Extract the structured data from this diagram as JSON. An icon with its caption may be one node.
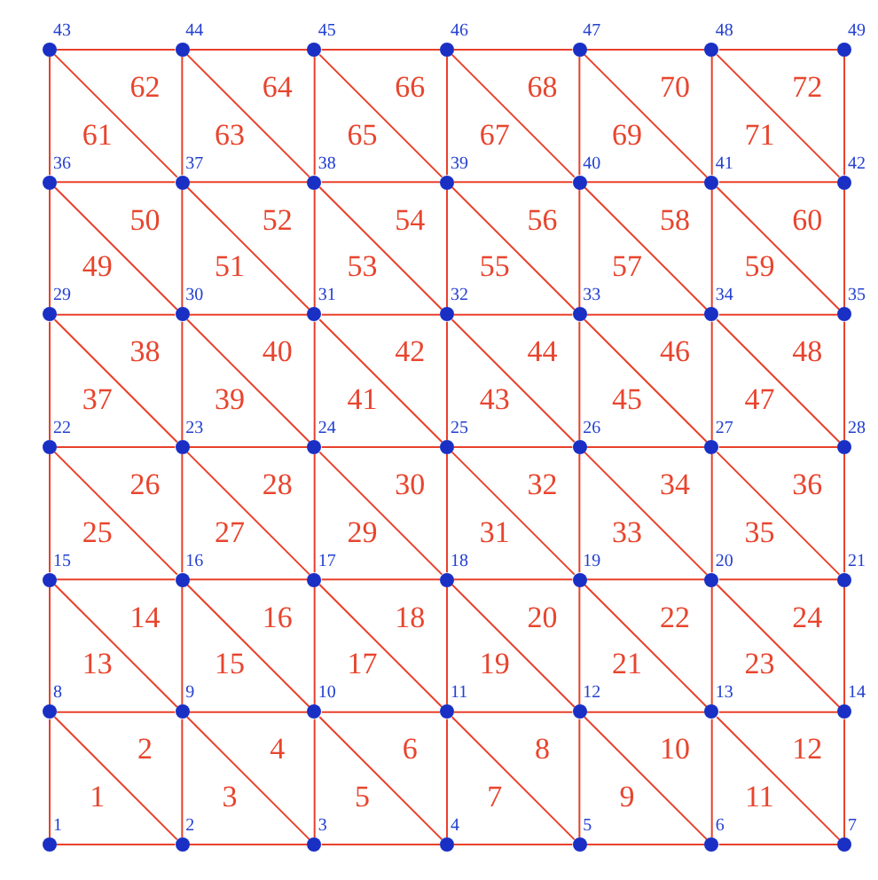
{
  "diagram": {
    "nodes": [
      {
        "text": [],
        "shape": "circle",
        "beside": [
          "1"
        ]
      },
      {
        "text": [],
        "shape": "circle",
        "beside": [
          "2"
        ]
      },
      {
        "text": [],
        "shape": "circle",
        "beside": [
          "3"
        ]
      },
      {
        "text": [],
        "shape": "circle",
        "beside": [
          "4"
        ]
      },
      {
        "text": [],
        "shape": "circle",
        "beside": [
          "5"
        ]
      },
      {
        "text": [],
        "shape": "circle",
        "beside": [
          "6"
        ]
      },
      {
        "text": [],
        "shape": "circle",
        "beside": [
          "7"
        ]
      },
      {
        "text": [],
        "shape": "circle",
        "beside": [
          "8"
        ]
      },
      {
        "text": [],
        "shape": "circle",
        "beside": [
          "9"
        ]
      },
      {
        "text": [],
        "shape": "circle",
        "beside": [
          "10"
        ]
      },
      {
        "text": [],
        "shape": "circle",
        "beside": [
          "11"
        ]
      },
      {
        "text": [],
        "shape": "circle",
        "beside": [
          "12"
        ]
      },
      {
        "text": [],
        "shape": "circle",
        "beside": [
          "13"
        ]
      },
      {
        "text": [],
        "shape": "circle",
        "beside": [
          "14"
        ]
      },
      {
        "text": [],
        "shape": "circle",
        "beside": [
          "15"
        ]
      },
      {
        "text": [],
        "shape": "circle",
        "beside": [
          "16"
        ]
      },
      {
        "text": [],
        "shape": "circle",
        "beside": [
          "17"
        ]
      },
      {
        "text": [],
        "shape": "circle",
        "beside": [
          "18"
        ]
      },
      {
        "text": [],
        "shape": "circle",
        "beside": [
          "19"
        ]
      },
      {
        "text": [],
        "shape": "circle",
        "beside": [
          "20"
        ]
      },
      {
        "text": [],
        "shape": "circle",
        "beside": [
          "21"
        ]
      },
      {
        "text": [],
        "shape": "circle",
        "beside": [
          "22"
        ]
      },
      {
        "text": [],
        "shape": "circle",
        "beside": [
          "23"
        ]
      },
      {
        "text": [],
        "shape": "circle",
        "beside": [
          "24"
        ]
      },
      {
        "text": [],
        "shape": "circle",
        "beside": [
          "25"
        ]
      },
      {
        "text": [],
        "shape": "circle",
        "beside": [
          "26"
        ]
      },
      {
        "text": [],
        "shape": "circle",
        "beside": [
          "27"
        ]
      },
      {
        "text": [],
        "shape": "circle",
        "beside": [
          "28"
        ]
      },
      {
        "text": [],
        "shape": "circle",
        "beside": [
          "29"
        ]
      },
      {
        "text": [],
        "shape": "circle",
        "beside": [
          "30"
        ]
      },
      {
        "text": [],
        "shape": "circle",
        "beside": [
          "31"
        ]
      },
      {
        "text": [],
        "shape": "circle",
        "beside": [
          "32"
        ]
      },
      {
        "text": [],
        "shape": "circle",
        "beside": [
          "33"
        ]
      },
      {
        "text": [],
        "shape": "circle",
        "beside": [
          "34"
        ]
      },
      {
        "text": [],
        "shape": "circle",
        "beside": [
          "35"
        ]
      },
      {
        "text": [],
        "shape": "circle",
        "beside": [
          "36"
        ]
      },
      {
        "text": [],
        "shape": "circle",
        "beside": [
          "37"
        ]
      },
      {
        "text": [],
        "shape": "circle",
        "beside": [
          "38"
        ]
      },
      {
        "text": [],
        "shape": "circle",
        "beside": [
          "39"
        ]
      },
      {
        "text": [],
        "shape": "circle",
        "beside": [
          "40"
        ]
      },
      {
        "text": [],
        "shape": "circle",
        "beside": [
          "41"
        ]
      },
      {
        "text": [],
        "shape": "circle",
        "beside": [
          "42"
        ]
      },
      {
        "text": [],
        "shape": "circle",
        "beside": [
          "43"
        ]
      },
      {
        "text": [],
        "shape": "circle",
        "beside": [
          "44"
        ]
      },
      {
        "text": [],
        "shape": "circle",
        "beside": [
          "45"
        ]
      },
      {
        "text": [],
        "shape": "circle",
        "beside": [
          "46"
        ]
      },
      {
        "text": [],
        "shape": "circle",
        "beside": [
          "47"
        ]
      },
      {
        "text": [],
        "shape": "circle",
        "beside": [
          "48"
        ]
      },
      {
        "text": [],
        "shape": "circle",
        "beside": [
          "49"
        ]
      }
    ],
    "edges": [
      {
        "from": 0,
        "to": 1,
        "arrow": "none"
      },
      {
        "from": 1,
        "to": 2,
        "arrow": "none"
      },
      {
        "from": 2,
        "to": 3,
        "arrow": "none"
      },
      {
        "from": 3,
        "to": 4,
        "arrow": "none"
      },
      {
        "from": 4,
        "to": 5,
        "arrow": "none"
      },
      {
        "from": 5,
        "to": 6,
        "arrow": "none"
      },
      {
        "from": 7,
        "to": 8,
        "arrow": "none"
      },
      {
        "from": 8,
        "to": 9,
        "arrow": "none"
      },
      {
        "from": 9,
        "to": 10,
        "arrow": "none"
      },
      {
        "from": 10,
        "to": 11,
        "arrow": "none"
      },
      {
        "from": 11,
        "to": 12,
        "arrow": "none"
      },
      {
        "from": 12,
        "to": 13,
        "arrow": "none"
      },
      {
        "from": 14,
        "to": 15,
        "arrow": "none"
      },
      {
        "from": 15,
        "to": 16,
        "arrow": "none"
      },
      {
        "from": 16,
        "to": 17,
        "arrow": "none"
      },
      {
        "from": 17,
        "to": 18,
        "arrow": "none"
      },
      {
        "from": 18,
        "to": 19,
        "arrow": "none"
      },
      {
        "from": 19,
        "to": 20,
        "arrow": "none"
      },
      {
        "from": 21,
        "to": 22,
        "arrow": "none"
      },
      {
        "from": 22,
        "to": 23,
        "arrow": "none"
      },
      {
        "from": 23,
        "to": 24,
        "arrow": "none"
      },
      {
        "from": 24,
        "to": 25,
        "arrow": "none"
      },
      {
        "from": 25,
        "to": 26,
        "arrow": "none"
      },
      {
        "from": 26,
        "to": 27,
        "arrow": "none"
      },
      {
        "from": 28,
        "to": 29,
        "arrow": "none"
      },
      {
        "from": 29,
        "to": 30,
        "arrow": "none"
      },
      {
        "from": 30,
        "to": 31,
        "arrow": "none"
      },
      {
        "from": 31,
        "to": 32,
        "arrow": "none"
      },
      {
        "from": 32,
        "to": 33,
        "arrow": "none"
      },
      {
        "from": 33,
        "to": 34,
        "arrow": "none"
      },
      {
        "from": 35,
        "to": 36,
        "arrow": "none"
      },
      {
        "from": 36,
        "to": 37,
        "arrow": "none"
      },
      {
        "from": 37,
        "to": 38,
        "arrow": "none"
      },
      {
        "from": 38,
        "to": 39,
        "arrow": "none"
      },
      {
        "from": 39,
        "to": 40,
        "arrow": "none"
      },
      {
        "from": 40,
        "to": 41,
        "arrow": "none"
      },
      {
        "from": 42,
        "to": 43,
        "arrow": "none"
      },
      {
        "from": 43,
        "to": 44,
        "arrow": "none"
      },
      {
        "from": 44,
        "to": 45,
        "arrow": "none"
      },
      {
        "from": 45,
        "to": 46,
        "arrow": "none"
      },
      {
        "from": 46,
        "to": 47,
        "arrow": "none"
      },
      {
        "from": 47,
        "to": 48,
        "arrow": "none"
      },
      {
        "from": 0,
        "to": 7,
        "arrow": "none"
      },
      {
        "from": 1,
        "to": 8,
        "arrow": "none"
      },
      {
        "from": 2,
        "to": 9,
        "arrow": "none"
      },
      {
        "from": 3,
        "to": 10,
        "arrow": "none"
      },
      {
        "from": 4,
        "to": 11,
        "arrow": "none"
      },
      {
        "from": 5,
        "to": 12,
        "arrow": "none"
      },
      {
        "from": 6,
        "to": 13,
        "arrow": "none"
      },
      {
        "from": 7,
        "to": 14,
        "arrow": "none"
      },
      {
        "from": 8,
        "to": 15,
        "arrow": "none"
      },
      {
        "from": 9,
        "to": 16,
        "arrow": "none"
      },
      {
        "from": 10,
        "to": 17,
        "arrow": "none"
      },
      {
        "from": 11,
        "to": 18,
        "arrow": "none"
      },
      {
        "from": 12,
        "to": 19,
        "arrow": "none"
      },
      {
        "from": 13,
        "to": 20,
        "arrow": "none"
      },
      {
        "from": 14,
        "to": 21,
        "arrow": "none"
      },
      {
        "from": 15,
        "to": 22,
        "arrow": "none"
      },
      {
        "from": 16,
        "to": 23,
        "arrow": "none"
      },
      {
        "from": 17,
        "to": 24,
        "arrow": "none"
      },
      {
        "from": 18,
        "to": 25,
        "arrow": "none"
      },
      {
        "from": 19,
        "to": 26,
        "arrow": "none"
      },
      {
        "from": 20,
        "to": 27,
        "arrow": "none"
      },
      {
        "from": 21,
        "to": 28,
        "arrow": "none"
      },
      {
        "from": 22,
        "to": 29,
        "arrow": "none"
      },
      {
        "from": 23,
        "to": 30,
        "arrow": "none"
      },
      {
        "from": 24,
        "to": 31,
        "arrow": "none"
      },
      {
        "from": 25,
        "to": 32,
        "arrow": "none"
      },
      {
        "from": 26,
        "to": 33,
        "arrow": "none"
      },
      {
        "from": 27,
        "to": 34,
        "arrow": "none"
      },
      {
        "from": 28,
        "to": 35,
        "arrow": "none"
      },
      {
        "from": 29,
        "to": 36,
        "arrow": "none"
      },
      {
        "from": 30,
        "to": 37,
        "arrow": "none"
      },
      {
        "from": 31,
        "to": 38,
        "arrow": "none"
      },
      {
        "from": 32,
        "to": 39,
        "arrow": "none"
      },
      {
        "from": 33,
        "to": 40,
        "arrow": "none"
      },
      {
        "from": 34,
        "to": 41,
        "arrow": "none"
      },
      {
        "from": 35,
        "to": 42,
        "arrow": "none"
      },
      {
        "from": 36,
        "to": 43,
        "arrow": "none"
      },
      {
        "from": 37,
        "to": 44,
        "arrow": "none"
      },
      {
        "from": 38,
        "to": 45,
        "arrow": "none"
      },
      {
        "from": 39,
        "to": 46,
        "arrow": "none"
      },
      {
        "from": 40,
        "to": 47,
        "arrow": "none"
      },
      {
        "from": 41,
        "to": 48,
        "arrow": "none"
      },
      {
        "from": 7,
        "to": 1,
        "arrow": "none"
      },
      {
        "from": 8,
        "to": 2,
        "arrow": "none"
      },
      {
        "from": 9,
        "to": 3,
        "arrow": "none"
      },
      {
        "from": 10,
        "to": 4,
        "arrow": "none"
      },
      {
        "from": 11,
        "to": 5,
        "arrow": "none"
      },
      {
        "from": 12,
        "to": 6,
        "arrow": "none"
      },
      {
        "from": 14,
        "to": 8,
        "arrow": "none"
      },
      {
        "from": 15,
        "to": 9,
        "arrow": "none"
      },
      {
        "from": 16,
        "to": 10,
        "arrow": "none"
      },
      {
        "from": 17,
        "to": 11,
        "arrow": "none"
      },
      {
        "from": 18,
        "to": 12,
        "arrow": "none"
      },
      {
        "from": 19,
        "to": 13,
        "arrow": "none"
      },
      {
        "from": 21,
        "to": 15,
        "arrow": "none"
      },
      {
        "from": 22,
        "to": 16,
        "arrow": "none"
      },
      {
        "from": 23,
        "to": 17,
        "arrow": "none"
      },
      {
        "from": 24,
        "to": 18,
        "arrow": "none"
      },
      {
        "from": 25,
        "to": 19,
        "arrow": "none"
      },
      {
        "from": 26,
        "to": 20,
        "arrow": "none"
      },
      {
        "from": 28,
        "to": 22,
        "arrow": "none"
      },
      {
        "from": 29,
        "to": 23,
        "arrow": "none"
      },
      {
        "from": 30,
        "to": 24,
        "arrow": "none"
      },
      {
        "from": 31,
        "to": 25,
        "arrow": "none"
      },
      {
        "from": 32,
        "to": 26,
        "arrow": "none"
      },
      {
        "from": 33,
        "to": 27,
        "arrow": "none"
      },
      {
        "from": 35,
        "to": 29,
        "arrow": "none"
      },
      {
        "from": 36,
        "to": 30,
        "arrow": "none"
      },
      {
        "from": 37,
        "to": 31,
        "arrow": "none"
      },
      {
        "from": 38,
        "to": 32,
        "arrow": "none"
      },
      {
        "from": 39,
        "to": 33,
        "arrow": "none"
      },
      {
        "from": 40,
        "to": 34,
        "arrow": "none"
      },
      {
        "from": 42,
        "to": 36,
        "arrow": "none"
      },
      {
        "from": 43,
        "to": 37,
        "arrow": "none"
      },
      {
        "from": 44,
        "to": 38,
        "arrow": "none"
      },
      {
        "from": 45,
        "to": 39,
        "arrow": "none"
      },
      {
        "from": 46,
        "to": 40,
        "arrow": "none"
      },
      {
        "from": 47,
        "to": 41,
        "arrow": "none"
      }
    ],
    "labels": [
      "1",
      "2",
      "3",
      "4",
      "5",
      "6",
      "7",
      "8",
      "9",
      "10",
      "11",
      "12",
      "13",
      "14",
      "15",
      "16",
      "17",
      "18",
      "19",
      "20",
      "21",
      "22",
      "23",
      "24",
      "25",
      "26",
      "27",
      "28",
      "29",
      "30",
      "31",
      "32",
      "33",
      "34",
      "35",
      "36",
      "37",
      "38",
      "39",
      "40",
      "41",
      "42",
      "43",
      "44",
      "45",
      "46",
      "47",
      "48",
      "49",
      "50",
      "51",
      "52",
      "53",
      "54",
      "55",
      "56",
      "57",
      "58",
      "59",
      "60",
      "61",
      "62",
      "63",
      "64",
      "65",
      "66",
      "67",
      "68",
      "69",
      "70",
      "71",
      "72"
    ]
  }
}
